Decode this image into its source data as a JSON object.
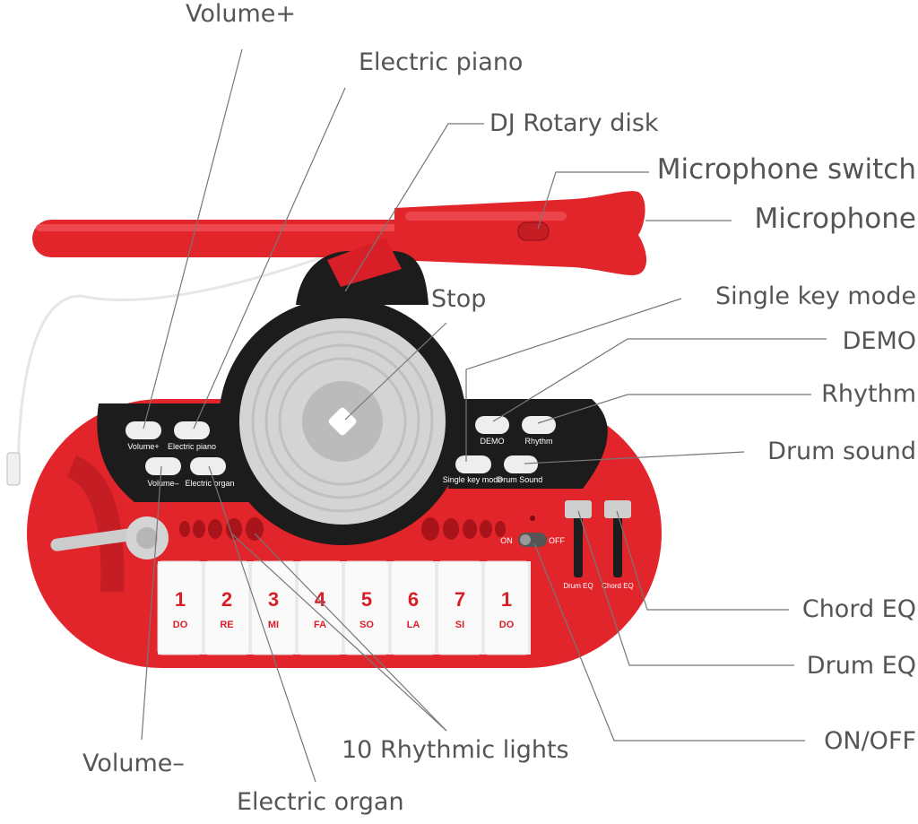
{
  "callouts": {
    "volume_plus": "Volume+",
    "electric_piano": "Electric piano",
    "dj_rotary_disk": "DJ Rotary disk",
    "microphone_switch": "Microphone switch",
    "microphone": "Microphone",
    "stop": "Stop",
    "single_key_mode": "Single key mode",
    "demo": "DEMO",
    "rhythm": "Rhythm",
    "drum_sound": "Drum sound",
    "chord_eq": "Chord EQ",
    "drum_eq": "Drum EQ",
    "on_off": "ON/OFF",
    "rhythmic_lights": "10 Rhythmic lights",
    "volume_minus": "Volume–",
    "electric_organ": "Electric organ"
  },
  "panel_labels": {
    "volume_plus": "Volume+",
    "electric_piano": "Electric piano",
    "volume_minus": "Volume–",
    "electric_organ": "Electric organ",
    "demo": "DEMO",
    "rhythm": "Rhythm",
    "single_key_mode": "Single key mode",
    "drum_sound": "Drum Sound",
    "switch_on": "ON",
    "switch_off": "OFF",
    "drum_eq": "Drum EQ",
    "chord_eq": "Chord EQ"
  },
  "keys": [
    {
      "num": "1",
      "note": "DO"
    },
    {
      "num": "2",
      "note": "RE"
    },
    {
      "num": "3",
      "note": "MI"
    },
    {
      "num": "4",
      "note": "FA"
    },
    {
      "num": "5",
      "note": "SO"
    },
    {
      "num": "6",
      "note": "LA"
    },
    {
      "num": "7",
      "note": "SI"
    },
    {
      "num": "1",
      "note": "DO"
    }
  ],
  "colors": {
    "toy_red": "#e2242b",
    "panel_black": "#1c1c1c",
    "key_white": "#fafafa",
    "label_gray": "#555555"
  }
}
